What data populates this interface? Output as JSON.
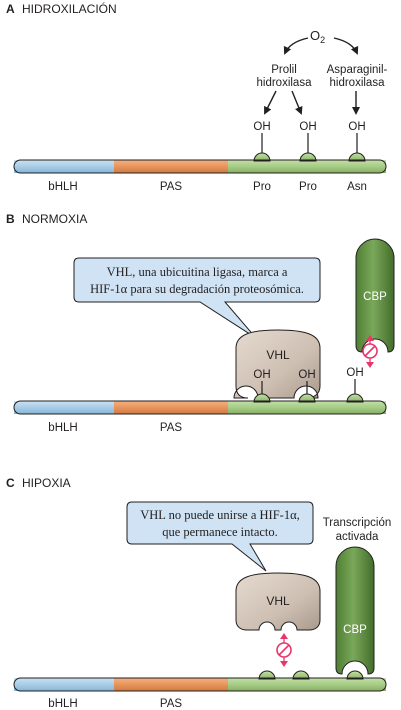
{
  "panels": {
    "a": {
      "letter": "A",
      "title": "HIDROXILACIÓN",
      "oxygen": "O",
      "oxygen_sub": "2",
      "enzyme_prolyl_line1": "Prolil",
      "enzyme_prolyl_line2": "hidroxilasa",
      "enzyme_asn_line1": "Asparaginil-",
      "enzyme_asn_line2": "hidroxilasa",
      "oh_label": "OH",
      "domain_bhlh": "bHLH",
      "domain_pas": "PAS",
      "site_pro": "Pro",
      "site_asn": "Asn"
    },
    "b": {
      "letter": "B",
      "title": "NORMOXIA",
      "callout_line1": "VHL, una ubicuitina ligasa, marca a",
      "callout_line2": "HIF-1α para su degradación proteosómica.",
      "vhl_label": "VHL",
      "cbp_label": "CBP",
      "oh_label": "OH",
      "domain_bhlh": "bHLH",
      "domain_pas": "PAS"
    },
    "c": {
      "letter": "C",
      "title": "HIPOXIA",
      "callout_line1": "VHL no puede unirse a HIF-1α,",
      "callout_line2": "que permanece intacto.",
      "transcription_line1": "Transcripción",
      "transcription_line2": "activada",
      "vhl_label": "VHL",
      "cbp_label": "CBP",
      "domain_bhlh": "bHLH",
      "domain_pas": "PAS"
    }
  },
  "colors": {
    "bhlh": "#a9cde6",
    "pas": "#e8955c",
    "odd": "#a6cc86",
    "outline": "#231f20",
    "vhl": "#cdbfb2",
    "cbp": "#5d8f3d",
    "callout": "#cfe3f4",
    "inhibit": "#e8366b"
  }
}
